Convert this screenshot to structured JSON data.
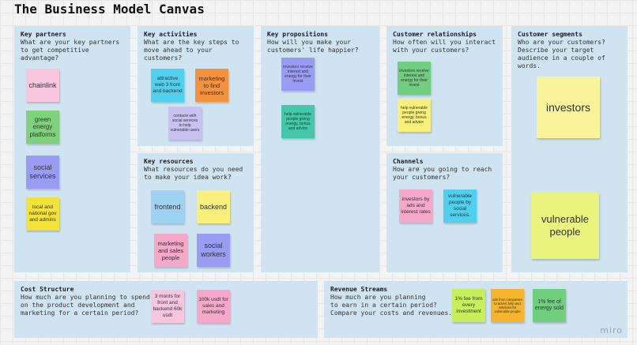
{
  "board": {
    "title": "The Business Model Canvas",
    "watermark": "miro"
  },
  "key_partners": {
    "title": "Key partners",
    "desc": "What are your key partners\nto get competitive\nadvantage?",
    "notes": [
      "chainlink",
      "green energy platforms",
      "social services",
      "local and national gov and admins"
    ]
  },
  "key_activities": {
    "title": "Key activities",
    "desc": "What are the key steps to\nmove ahead to your\ncustomers?",
    "notes": [
      "attractive web 3 front and backend",
      "marketing to find investors",
      "contacts with social services to help vulnerable users"
    ]
  },
  "key_resources": {
    "title": "Key resources",
    "desc": "What resources do you need\nto make your idea work?",
    "notes": [
      "frontend",
      "backend",
      "marketing and sales people",
      "social workers"
    ]
  },
  "value_propositions": {
    "title": "Key propositions",
    "desc": "How will you make your\ncustomers' life happier?",
    "notes": [
      "investors receive interest and energy for their invest",
      "help vulnerable people giving energy, bonus and advice"
    ]
  },
  "customer_relationships": {
    "title": "Customer relationships",
    "desc": "How often will you interact\nwith your customers?",
    "notes": [
      "investors receive interest and energy for their invest",
      "help vulnerable people giving energy, bonus and advice"
    ]
  },
  "channels": {
    "title": "Channels",
    "desc": "How are you going to reach\nyour customers?",
    "notes": [
      "investors by ads and interest rates",
      "vulnerable people by social services."
    ]
  },
  "customer_segments": {
    "title": "Customer segments",
    "desc": "Who are your customers?\nDescribe your target\naudience in a couple of\nwords.",
    "notes": [
      "investors",
      "vulnerable people"
    ]
  },
  "cost_structure": {
    "title": "Cost Structure",
    "desc": "How much are you planning to spend\non the product development and\nmarketing for a certain period?",
    "notes": [
      "3 monts for front and backend 60k usdt",
      "100k usdt for sales and marketing"
    ]
  },
  "revenue_streams": {
    "title": "Revenue Streams",
    "desc": "How much are you planning\nto earn in a certain period?\nCompare your costs and revenues.",
    "notes": [
      "1% fee from every investment",
      "ads from companies to advert help and solutions for vulnerable people",
      "1% fee of energy sold"
    ]
  },
  "colors": {
    "panel": "#cfe3f1",
    "background": "#f3f3f3"
  }
}
